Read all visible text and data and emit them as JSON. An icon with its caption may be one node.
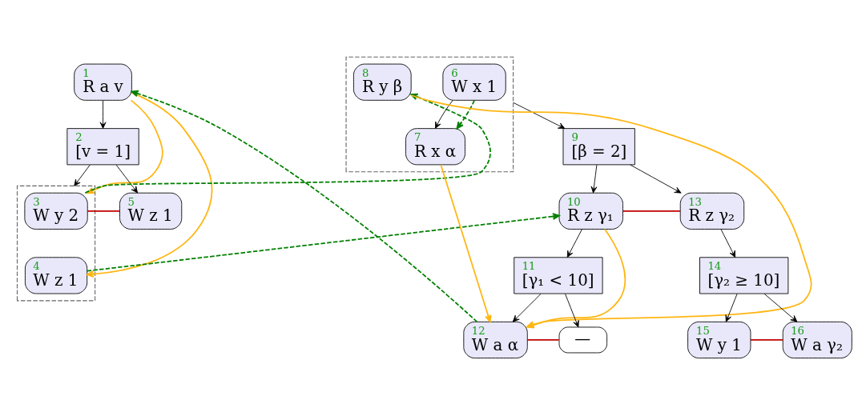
{
  "diagram": {
    "nodes": [
      {
        "text": [
          "1",
          "R a v"
        ]
      },
      {
        "text": [
          "2",
          "[v = 1]"
        ]
      },
      {
        "text": [],
        "shape": "box"
      },
      {
        "text": [
          "3",
          "W y 2"
        ],
        "in": 2
      },
      {
        "text": [
          "4",
          "W z 1"
        ],
        "in": 2
      },
      {
        "text": [
          "5",
          "W z 1"
        ]
      },
      {
        "text": [],
        "shape": "box"
      },
      {
        "text": [
          "6",
          "W x 1"
        ],
        "in": 6
      },
      {
        "text": [
          "7",
          "R x α"
        ],
        "in": 6
      },
      {
        "text": [
          "8",
          "R y β"
        ],
        "in": 6
      },
      {
        "text": [
          "9",
          "[β = 2]"
        ]
      },
      {
        "text": [
          "10",
          "R z γ₁"
        ]
      },
      {
        "text": [
          "11",
          "[γ₁ < 10]"
        ]
      },
      {
        "text": [
          "12",
          "W a α"
        ]
      },
      {
        "text": [
          "—"
        ]
      },
      {
        "text": [
          "13",
          "R z γ₂"
        ]
      },
      {
        "text": [
          "14",
          "[γ₂ ≥ 10]"
        ]
      },
      {
        "text": [
          "15",
          "W y 1"
        ]
      },
      {
        "text": [
          "16",
          "W a γ₂"
        ]
      }
    ],
    "edges": [
      {
        "from": 0,
        "to": 1,
        "arrow": "to"
      },
      {
        "from": 1,
        "to": 2,
        "arrow": "to"
      },
      {
        "from": 1,
        "to": 5,
        "arrow": "to"
      },
      {
        "from": 7,
        "to": 8,
        "arrow": "to"
      },
      {
        "from": 6,
        "to": 10,
        "arrow": "to"
      },
      {
        "from": 10,
        "to": 11,
        "arrow": "to"
      },
      {
        "from": 10,
        "to": 15,
        "arrow": "to"
      },
      {
        "from": 11,
        "to": 12,
        "arrow": "to"
      },
      {
        "from": 12,
        "to": 13,
        "arrow": "to"
      },
      {
        "from": 12,
        "to": 14,
        "arrow": "to"
      },
      {
        "from": 15,
        "to": 16,
        "arrow": "to"
      },
      {
        "from": 16,
        "to": 17,
        "arrow": "to"
      },
      {
        "from": 16,
        "to": 18,
        "arrow": "to"
      },
      {
        "from": 0,
        "to": 3,
        "arrow": "to",
        "color": "#ffb612"
      },
      {
        "from": 0,
        "to": 4,
        "arrow": "to",
        "color": "#ffb612"
      },
      {
        "from": 9,
        "to": 13,
        "arrow": "to",
        "color": "#ffb612"
      },
      {
        "from": 8,
        "to": 13,
        "arrow": "to",
        "color": "#ffb612"
      },
      {
        "from": 11,
        "to": 13,
        "arrow": "to",
        "color": "#ffb612"
      },
      {
        "from": 7,
        "to": 8,
        "arrow": "to",
        "style": "dashed",
        "color": "#008000"
      },
      {
        "from": 3,
        "to": 9,
        "arrow": "to",
        "style": "dashed",
        "color": "#008000"
      },
      {
        "from": 4,
        "to": 11,
        "arrow": "to",
        "style": "dashed",
        "color": "#008000"
      },
      {
        "from": 13,
        "to": 0,
        "arrow": "to",
        "style": "dashed",
        "color": "#008000"
      },
      {
        "from": 3,
        "to": 5,
        "arrow": "none",
        "color": "#c00000"
      },
      {
        "from": 11,
        "to": 15,
        "arrow": "none",
        "color": "#c00000"
      },
      {
        "from": 13,
        "to": 14,
        "arrow": "none",
        "color": "#c00000"
      },
      {
        "from": 17,
        "to": 18,
        "arrow": "none",
        "color": "#c00000"
      }
    ]
  }
}
